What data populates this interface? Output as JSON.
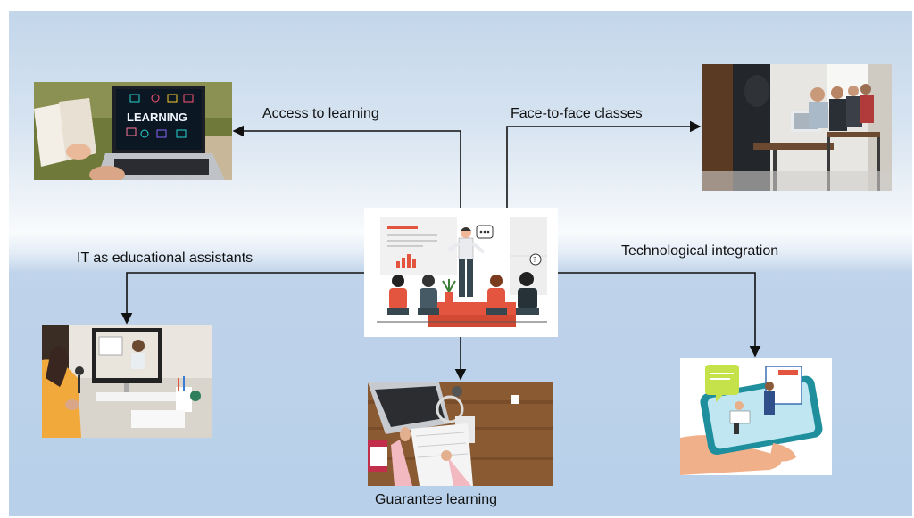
{
  "labels": {
    "access": "Access to learning",
    "face": "Face-to-face classes",
    "it": "IT as educational assistants",
    "tech": "Technological integration",
    "guarantee": "Guarantee learning"
  },
  "laptop_screen_word": "LEARNING",
  "colors": {
    "arrow": "#111111",
    "accent_red": "#e4553f",
    "background_blue": "#b8d0ea"
  }
}
